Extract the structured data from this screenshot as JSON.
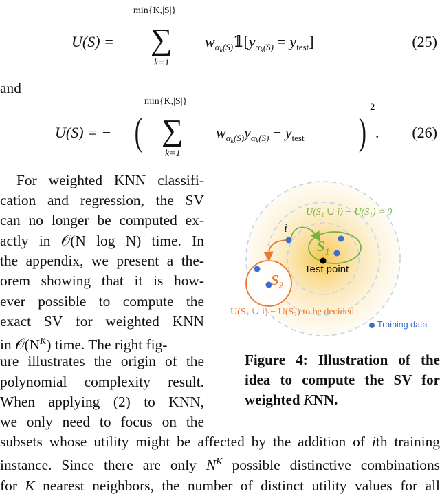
{
  "equations": [
    {
      "lhs": "U(S) =",
      "sum_upper": "min{K,|S|}",
      "sum_lower": "k=1",
      "sum_symbol": "∑",
      "body_w": "w",
      "body_w_sub": "α",
      "body_w_subsub": "k",
      "body_w_subarg": "(S)",
      "indicator": "𝟙[",
      "y": "y",
      "eq_sign": "=",
      "ytest": "y",
      "ytest_sub": "test",
      "close": "]",
      "number": "(25)"
    },
    {
      "lhs": "U(S) = −",
      "open_paren": "(",
      "sum_upper": "min{K,|S|}",
      "sum_lower": "k=1",
      "sum_symbol": "∑",
      "body_w": "w",
      "body_y": "y",
      "sub_alpha": "α",
      "sub_k": "k",
      "sub_arg": "(S)",
      "minus": "−",
      "ytest": "y",
      "ytest_sub": "test",
      "close_paren": ")",
      "exponent": "2",
      "period": ".",
      "number": "(26)"
    }
  ],
  "and_word": "and",
  "left_column_lines": [
    "For weighted KNN classifi-",
    "cation and regression, the SV",
    "can no longer be computed ex-",
    "actly in 𝒪(N log N) time.  In",
    "the appendix, we present a the-",
    "orem showing that it is how-",
    "ever possible to compute the",
    "exact SV for weighted KNN",
    "in 𝒪(N",
    "polynomial complexity result.",
    "When applying (2) to KNN,",
    "we only need to focus on the"
  ],
  "left_column_special": {
    "line9_sup": "K",
    "line9_rest": ") time. The right fig-",
    "line10": "ure illustrates the origin of the"
  },
  "full_width_lines": [
    "subsets whose utility might be affected by the addition of ",
    "instance. Since there are only ",
    "for ",
    " nearest neighbors, the number of distinct utility values for all"
  ],
  "full_width_special": {
    "ith": "i",
    "ith_rest": "th training",
    "nk_base": "N",
    "nk_sup": "K",
    "nk_rest": " possible distinctive combinations",
    "k": "K"
  },
  "figure": {
    "label_i": "i",
    "label_s1": "S",
    "label_s1_sub": "1",
    "label_s2": "S",
    "label_s2_sub": "2",
    "s1_annotation": "U(S₁ ∪ i) − U(S₁) = 0",
    "s2_annotation": "U(S₂ ∪ i) − U(S₂) to be decided",
    "test_point_label": "Test point",
    "legend_label": "Training data",
    "colors": {
      "glow": "#f6c343",
      "ring": "#c5d3ea",
      "s1": "#77b043",
      "s2": "#e8792f",
      "point": "#3b6fd0",
      "test": "#000000"
    }
  },
  "caption": {
    "line1": "Figure 4: Illustration of the",
    "line2": "idea to compute the SV for",
    "line3_pre": "weighted ",
    "line3_k": "K",
    "line3_post": "NN."
  }
}
